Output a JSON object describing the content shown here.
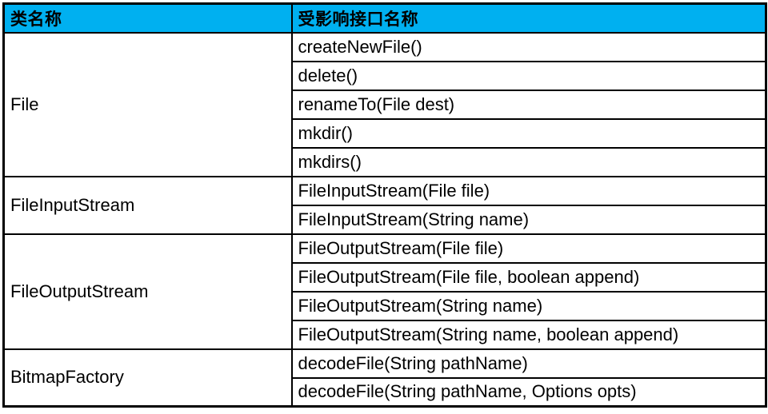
{
  "header": {
    "class_column": "类名称",
    "interface_column": "受影响接口名称"
  },
  "groups": [
    {
      "class": "File",
      "methods": [
        "createNewFile()",
        "delete()",
        "renameTo(File dest)",
        "mkdir()",
        "mkdirs()"
      ]
    },
    {
      "class": "FileInputStream",
      "methods": [
        "FileInputStream(File file)",
        "FileInputStream(String name)"
      ]
    },
    {
      "class": "FileOutputStream",
      "methods": [
        "FileOutputStream(File file)",
        "FileOutputStream(File file, boolean append)",
        "FileOutputStream(String name)",
        "FileOutputStream(String name, boolean append)"
      ]
    },
    {
      "class": "BitmapFactory",
      "methods": [
        "decodeFile(String pathName)",
        "decodeFile(String pathName, Options opts)"
      ]
    }
  ],
  "colors": {
    "header_bg": "#00b0f0",
    "border": "#000000",
    "text": "#000000",
    "page_bg": "#ffffff"
  }
}
